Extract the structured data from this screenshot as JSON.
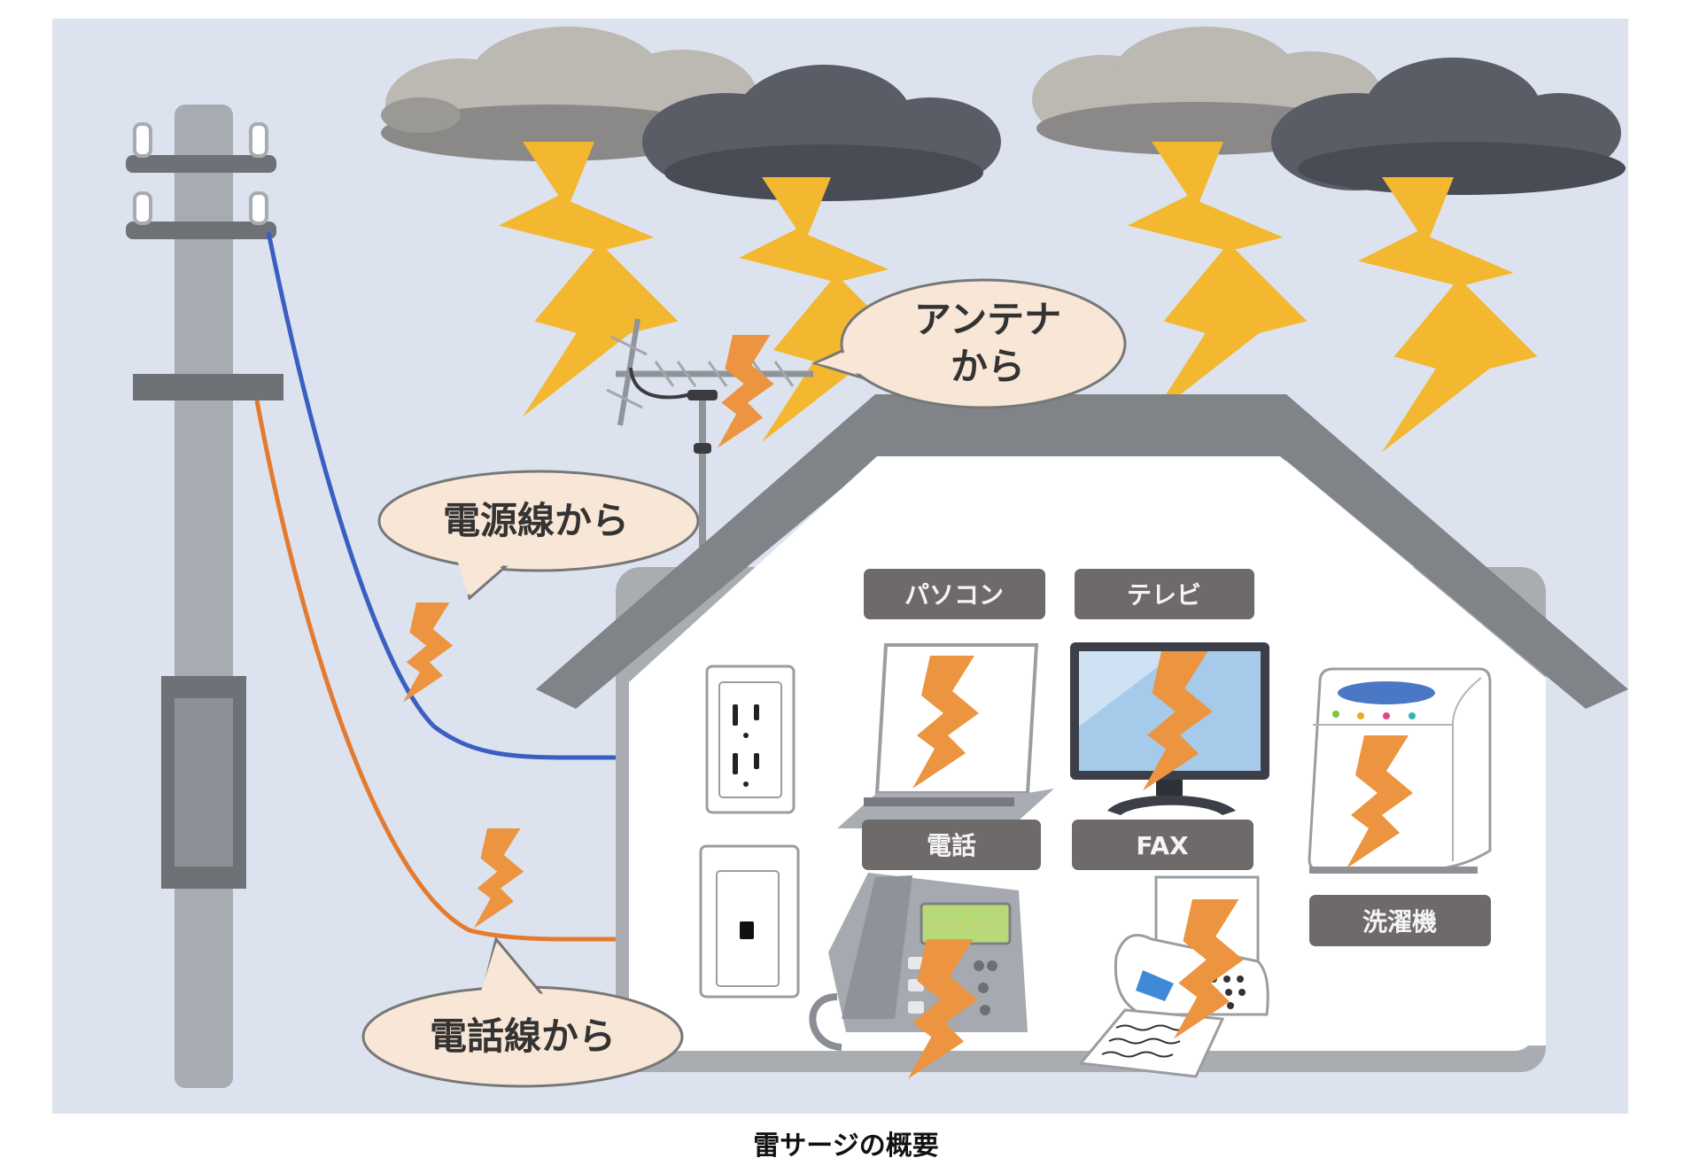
{
  "caption": "雷サージの概要",
  "colors": {
    "background": "#dce3ef",
    "power_line": "#3b5fc0",
    "phone_line": "#e47a2e",
    "sky_bolt": "#f3b730",
    "surge_bolt": "#ec9440",
    "bubble_fill": "#f8e6d6",
    "tag_fill": "#6e6a69",
    "roof": "#808388",
    "wall": "#a9adb2"
  },
  "bubbles": {
    "antenna": {
      "line1": "アンテナ",
      "line2": "から"
    },
    "power_line": "電源線から",
    "phone_line": "電話線から"
  },
  "device_labels": {
    "pc": "パソコン",
    "tv": "テレビ",
    "phone": "電話",
    "fax": "FAX",
    "washer": "洗濯機"
  }
}
